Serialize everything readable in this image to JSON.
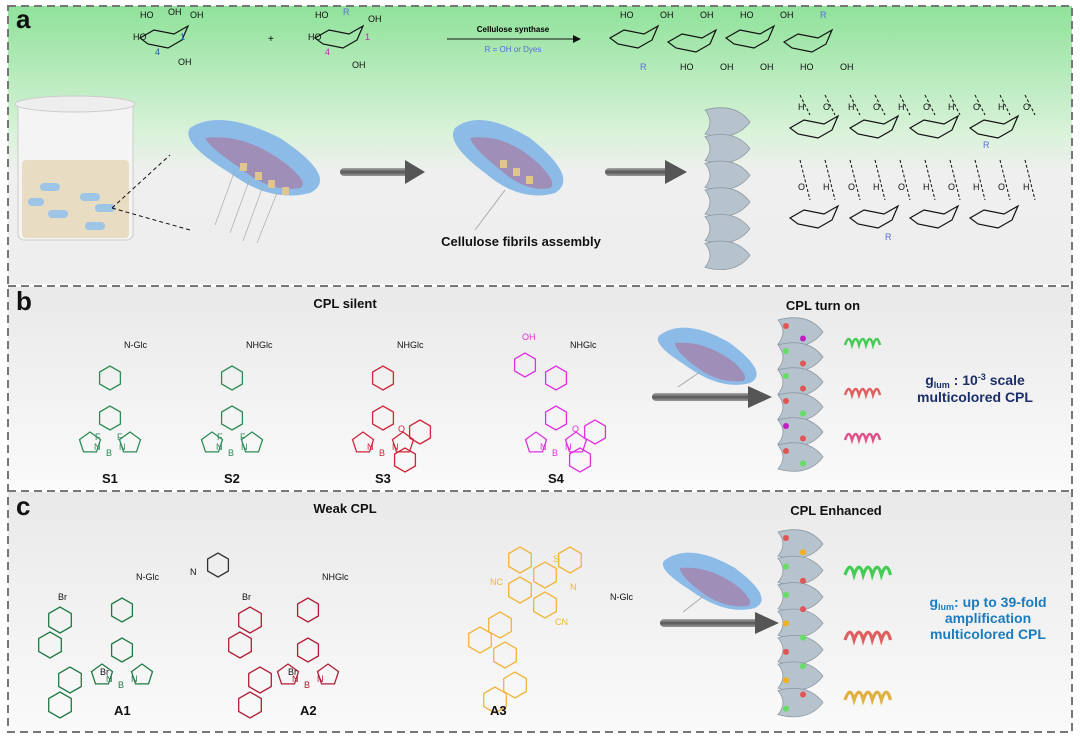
{
  "panel_a": {
    "label": "a",
    "reaction_arrow_top": "Cellulose synthase",
    "reaction_arrow_bottom": "R = OH or Dyes",
    "plus": "+",
    "glucose_labels": [
      "HO",
      "OH",
      "OH",
      "HO",
      "1",
      "4",
      "OH"
    ],
    "modified_labels": [
      "HO",
      "R",
      "OH",
      "HO",
      "1",
      "4",
      "OH"
    ],
    "assembly_caption": "Cellulose fibrils assembly",
    "chain_labels": [
      "HO",
      "R",
      "OH",
      "HO",
      "OH",
      "OH",
      "HO",
      "OH",
      "OH",
      "HO",
      "R",
      "OH"
    ],
    "r_label": "R"
  },
  "panel_b": {
    "label": "b",
    "title_left": "CPL silent",
    "title_right": "CPL turn on",
    "glum_prefix": "g",
    "glum_sub": "lum",
    "glum_line1": " : 10",
    "glum_sup": "-3",
    "glum_line1_end": " scale",
    "glum_line2": "multicolored CPL",
    "compounds": [
      {
        "name": "S1",
        "sub": "N-Glc",
        "color": "#2e8b57"
      },
      {
        "name": "S2",
        "sub": "NHGlc",
        "color": "#2e8b57"
      },
      {
        "name": "S3",
        "sub": "NHGlc",
        "color": "#d0243a"
      },
      {
        "name": "S4",
        "sub": "NHGlc",
        "color": "#e030e0"
      }
    ]
  },
  "panel_c": {
    "label": "c",
    "title_left": "Weak CPL",
    "title_right": "CPL Enhanced",
    "glum_prefix": "g",
    "glum_sub": "lum",
    "glum_line1": ": up to 39-fold",
    "glum_line2": "amplification",
    "glum_line3": "multicolored CPL",
    "compounds": [
      {
        "name": "A1",
        "sub": "N-Glc",
        "color": "#1e7a45"
      },
      {
        "name": "A2",
        "sub": "NHGlc",
        "color": "#b01c35"
      },
      {
        "name": "A3",
        "sub": "N-Glc",
        "color": "#f0b43c"
      }
    ],
    "extra_labels": [
      "Br",
      "Br",
      "NC",
      "CN",
      "S",
      "N"
    ]
  },
  "colors": {
    "green_bg": "#9ee6a6",
    "navy_text": "#1a2f6b",
    "blue_text": "#1a7cc0",
    "helix": "#b6c2cc",
    "bacteria": "#7fb0e0",
    "arrow": "#666666"
  }
}
